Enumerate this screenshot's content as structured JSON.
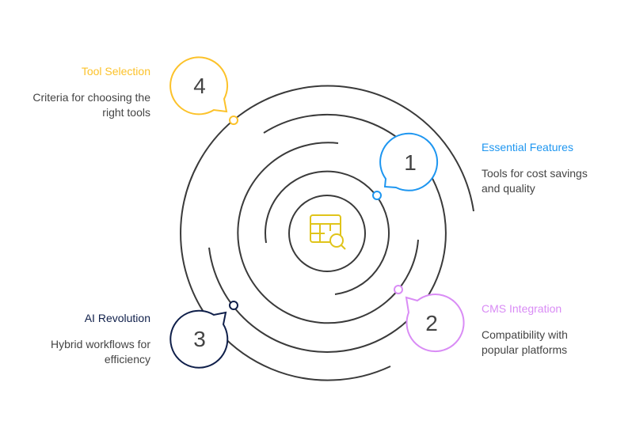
{
  "center_icon": "table-search-icon",
  "steps": [
    {
      "number": "1",
      "title": "Essential Features",
      "description": "Tools for cost savings and quality",
      "color": "#1e96f0"
    },
    {
      "number": "2",
      "title": "CMS Integration",
      "description": "Compatibility with popular platforms",
      "color": "#d98cf5"
    },
    {
      "number": "3",
      "title": "AI Revolution",
      "description": "Hybrid workflows for efficiency",
      "color": "#0f1f4a"
    },
    {
      "number": "4",
      "title": "Tool Selection",
      "description": "Criteria for choosing the right tools",
      "color": "#fcc22a"
    }
  ]
}
